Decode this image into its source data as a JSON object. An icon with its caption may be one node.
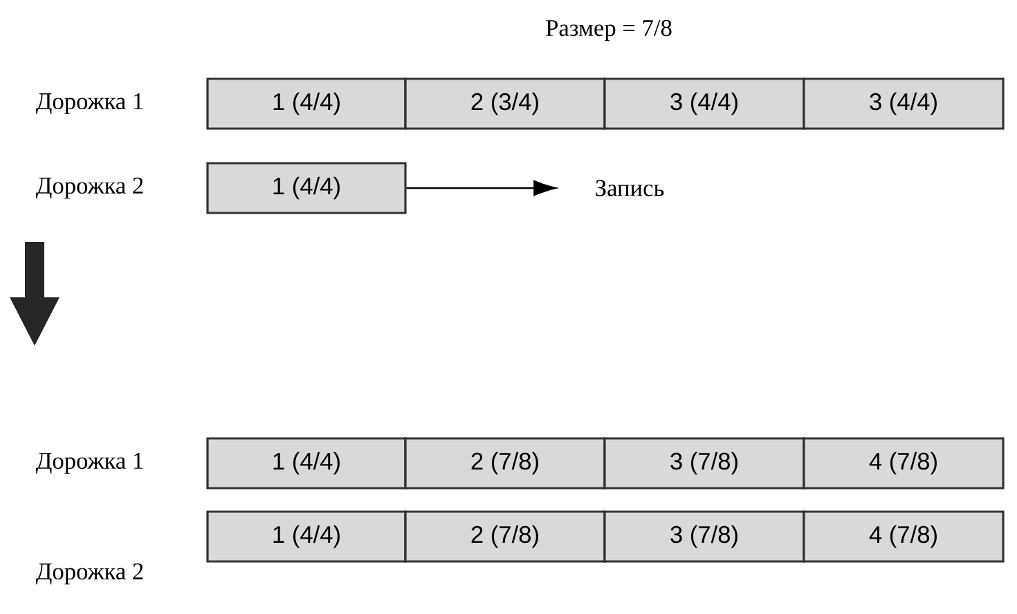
{
  "diagram": {
    "title": "Размер = 7/8",
    "nodes": [
      {
        "text": [
          "1 (4/4)"
        ]
      },
      {
        "text": [
          "2 (3/4)"
        ]
      },
      {
        "text": [
          "3 (4/4)"
        ]
      },
      {
        "text": [
          "3 (4/4)"
        ]
      },
      {
        "text": [
          "1 (4/4)"
        ]
      },
      {
        "text": [
          "Запись"
        ]
      },
      {
        "text": [
          "1 (4/4)"
        ]
      },
      {
        "text": [
          "2 (7/8)"
        ]
      },
      {
        "text": [
          "3 (7/8)"
        ]
      },
      {
        "text": [
          "4 (7/8)"
        ]
      },
      {
        "text": [
          "1 (4/4)"
        ]
      },
      {
        "text": [
          "2 (7/8)"
        ]
      },
      {
        "text": [
          "3 (7/8)"
        ]
      },
      {
        "text": [
          "4 (7/8)"
        ]
      }
    ],
    "edges": [
      {
        "from": 4,
        "to": 5,
        "arrow": "to"
      }
    ],
    "labels": [
      "Дорожка 1",
      "Дорожка 2",
      "Дорожка 1",
      "Дорожка 2"
    ]
  }
}
